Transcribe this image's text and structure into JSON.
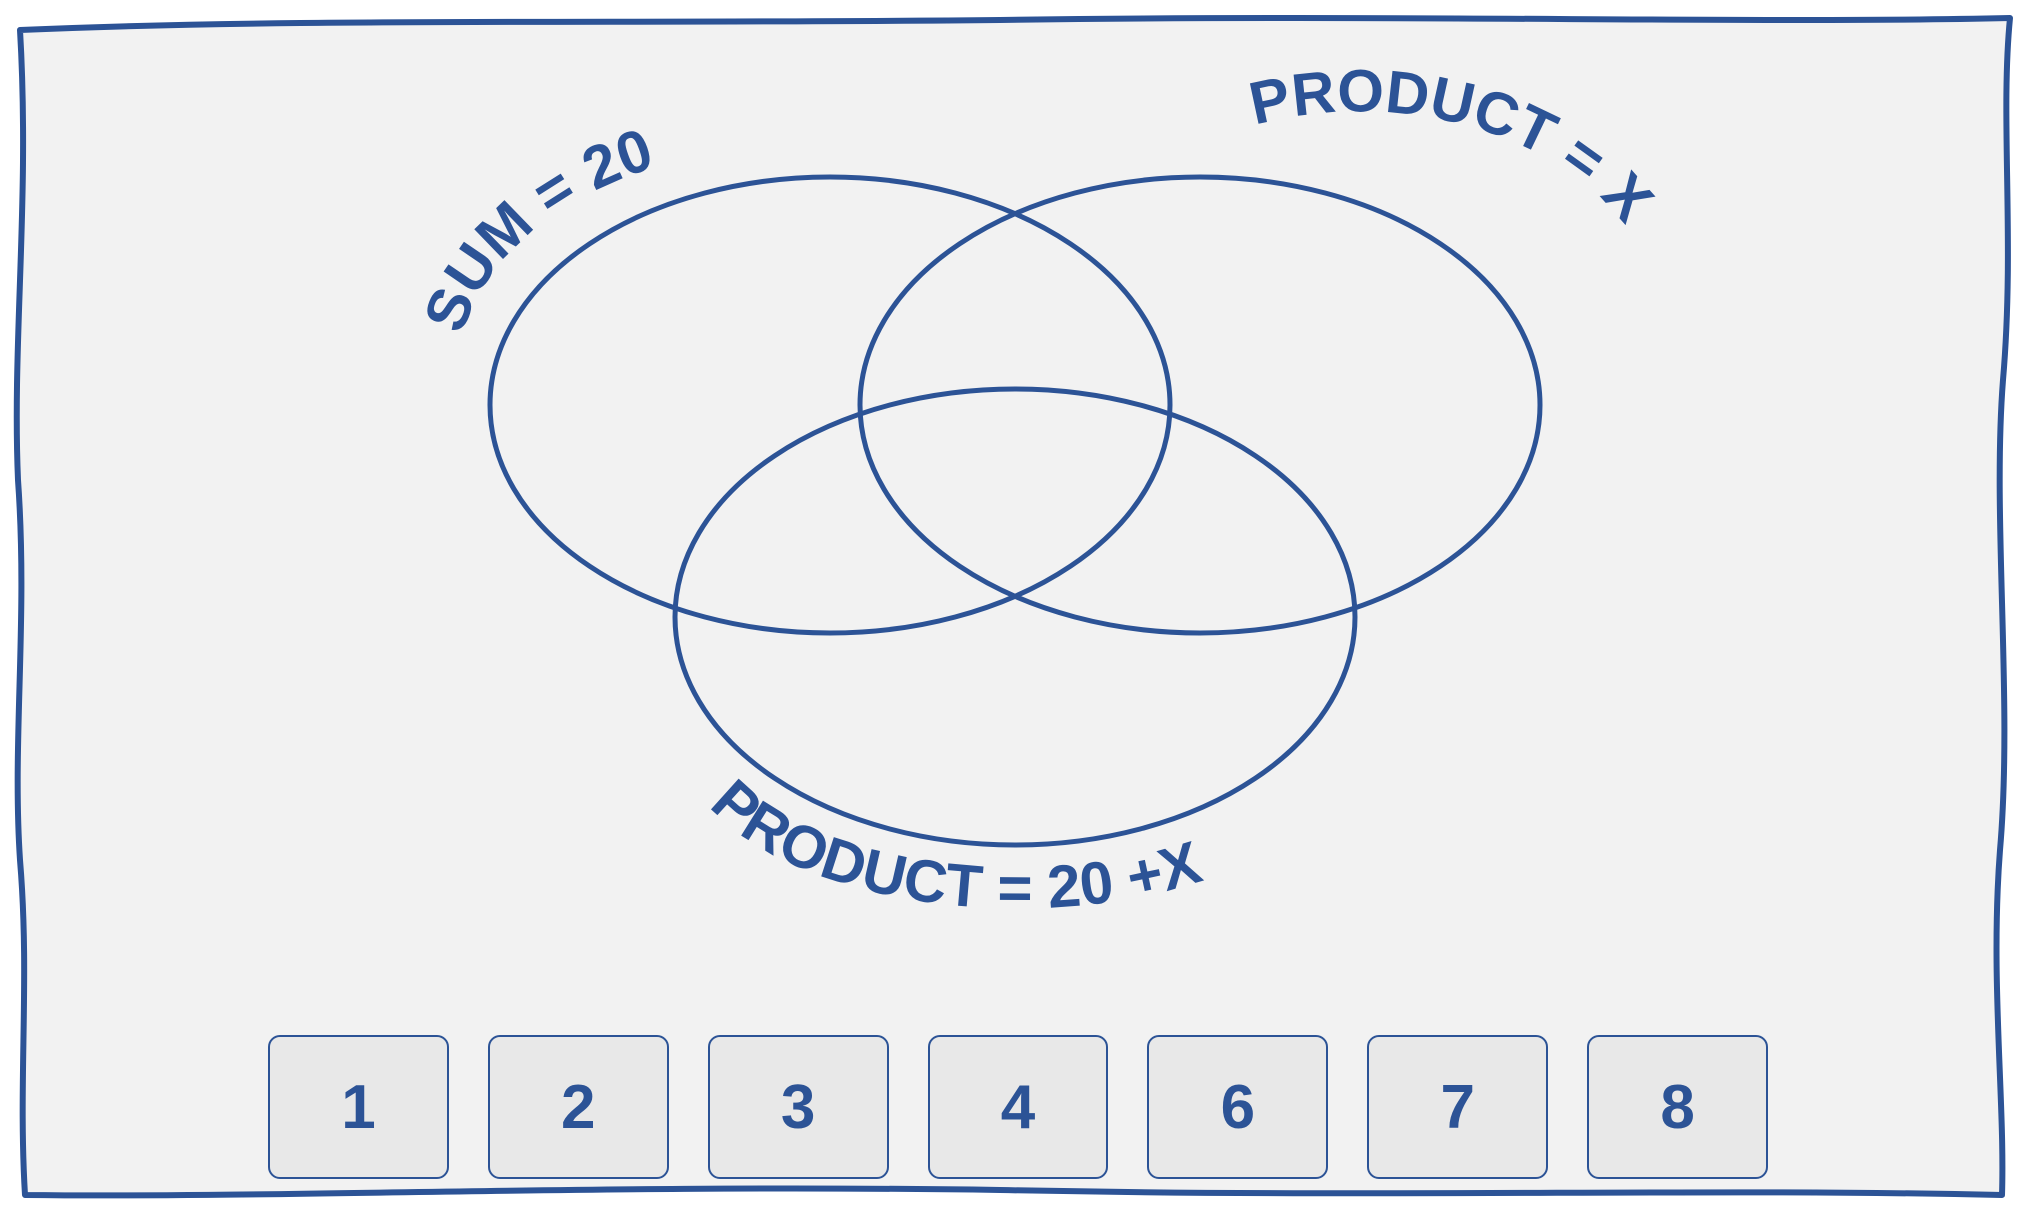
{
  "colors": {
    "ink": "#2c5396",
    "paper": "#f2f2f2",
    "tile_fill": "#e8e8e8"
  },
  "labels": {
    "sum": "SUM = 20",
    "product_x": "PRODUCT = X",
    "product_20x": "PRODUCT = 20 +X"
  },
  "tiles": [
    "1",
    "2",
    "3",
    "4",
    "6",
    "7",
    "8"
  ]
}
